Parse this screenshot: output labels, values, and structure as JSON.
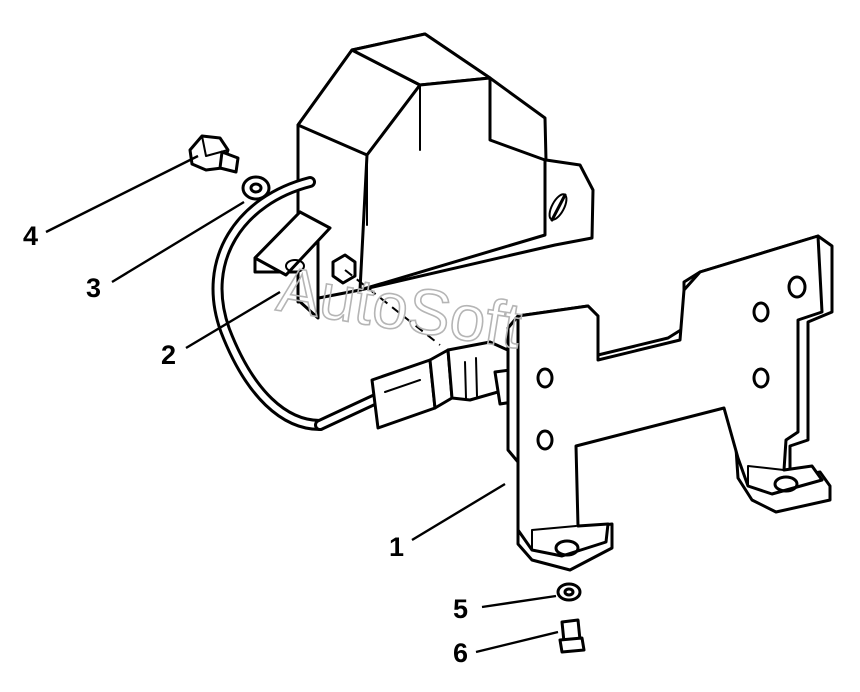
{
  "callouts": [
    "1",
    "2",
    "3",
    "4",
    "5",
    "6"
  ],
  "watermark": "AutoSoft"
}
